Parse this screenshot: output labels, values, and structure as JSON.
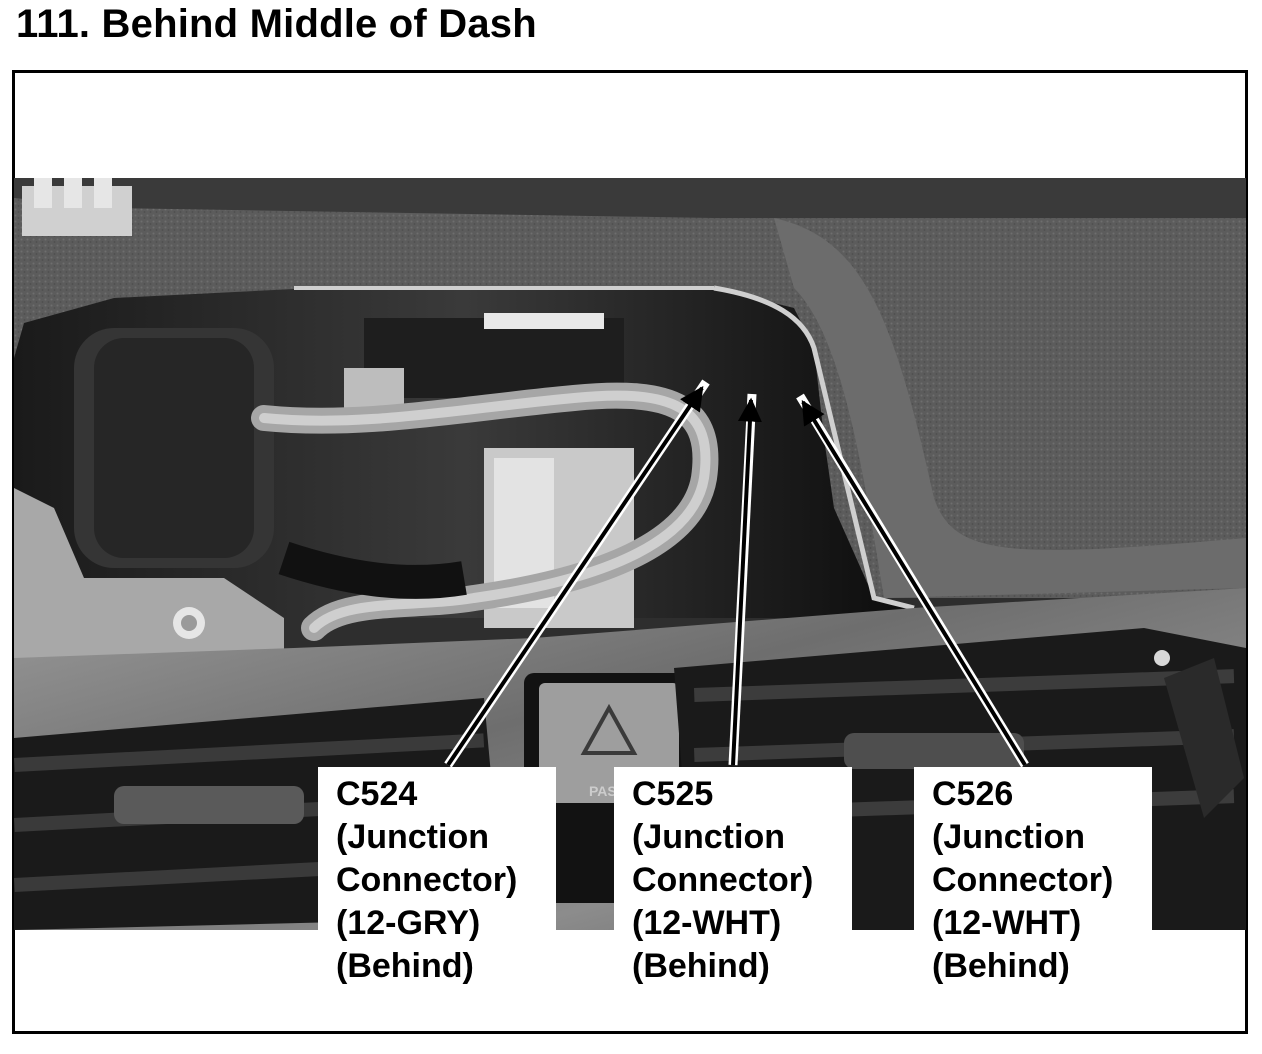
{
  "title": "111. Behind Middle of Dash",
  "callouts": [
    {
      "name": "C524",
      "line1": "(Junction",
      "line2": "Connector)",
      "line3": "(12-GRY)",
      "line4": "(Behind)"
    },
    {
      "name": "C525",
      "line1": "(Junction",
      "line2": "Connector)",
      "line3": "(12-WHT)",
      "line4": "(Behind)"
    },
    {
      "name": "C526",
      "line1": "(Junction",
      "line2": "Connector)",
      "line3": "(12-WHT)",
      "line4": "(Behind)"
    }
  ],
  "photo_text": {
    "button_text": "PAS"
  },
  "colors": {
    "border": "#000000",
    "label_bg": "#ffffff",
    "arrow": "#000000"
  }
}
